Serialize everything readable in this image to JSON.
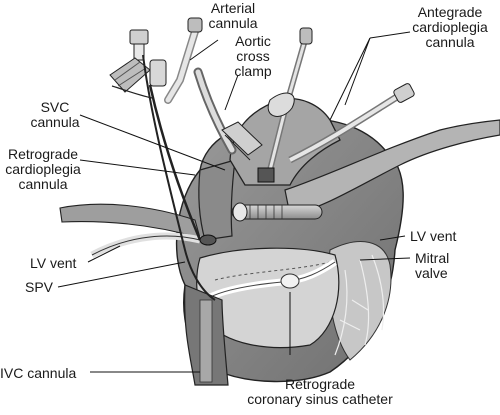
{
  "labels": {
    "arterial_cannula": "Arterial\ncannula",
    "aortic_cross_clamp": "Aortic\ncross\nclamp",
    "antegrade_cardioplegia_cannula": "Antegrade\ncardioplegia\ncannula",
    "svc_cannula": "SVC\ncannula",
    "retrograde_cardioplegia_cannula": "Retrograde\ncardioplegia\ncannula",
    "lv_vent_left": "LV vent",
    "spv": "SPV",
    "ivc_cannula": "IVC cannula",
    "lv_vent_right": "LV vent",
    "mitral_valve": "Mitral\nvalve",
    "retrograde_coronary_sinus_catheter": "Retrograde\ncoronary sinus catheter"
  }
}
